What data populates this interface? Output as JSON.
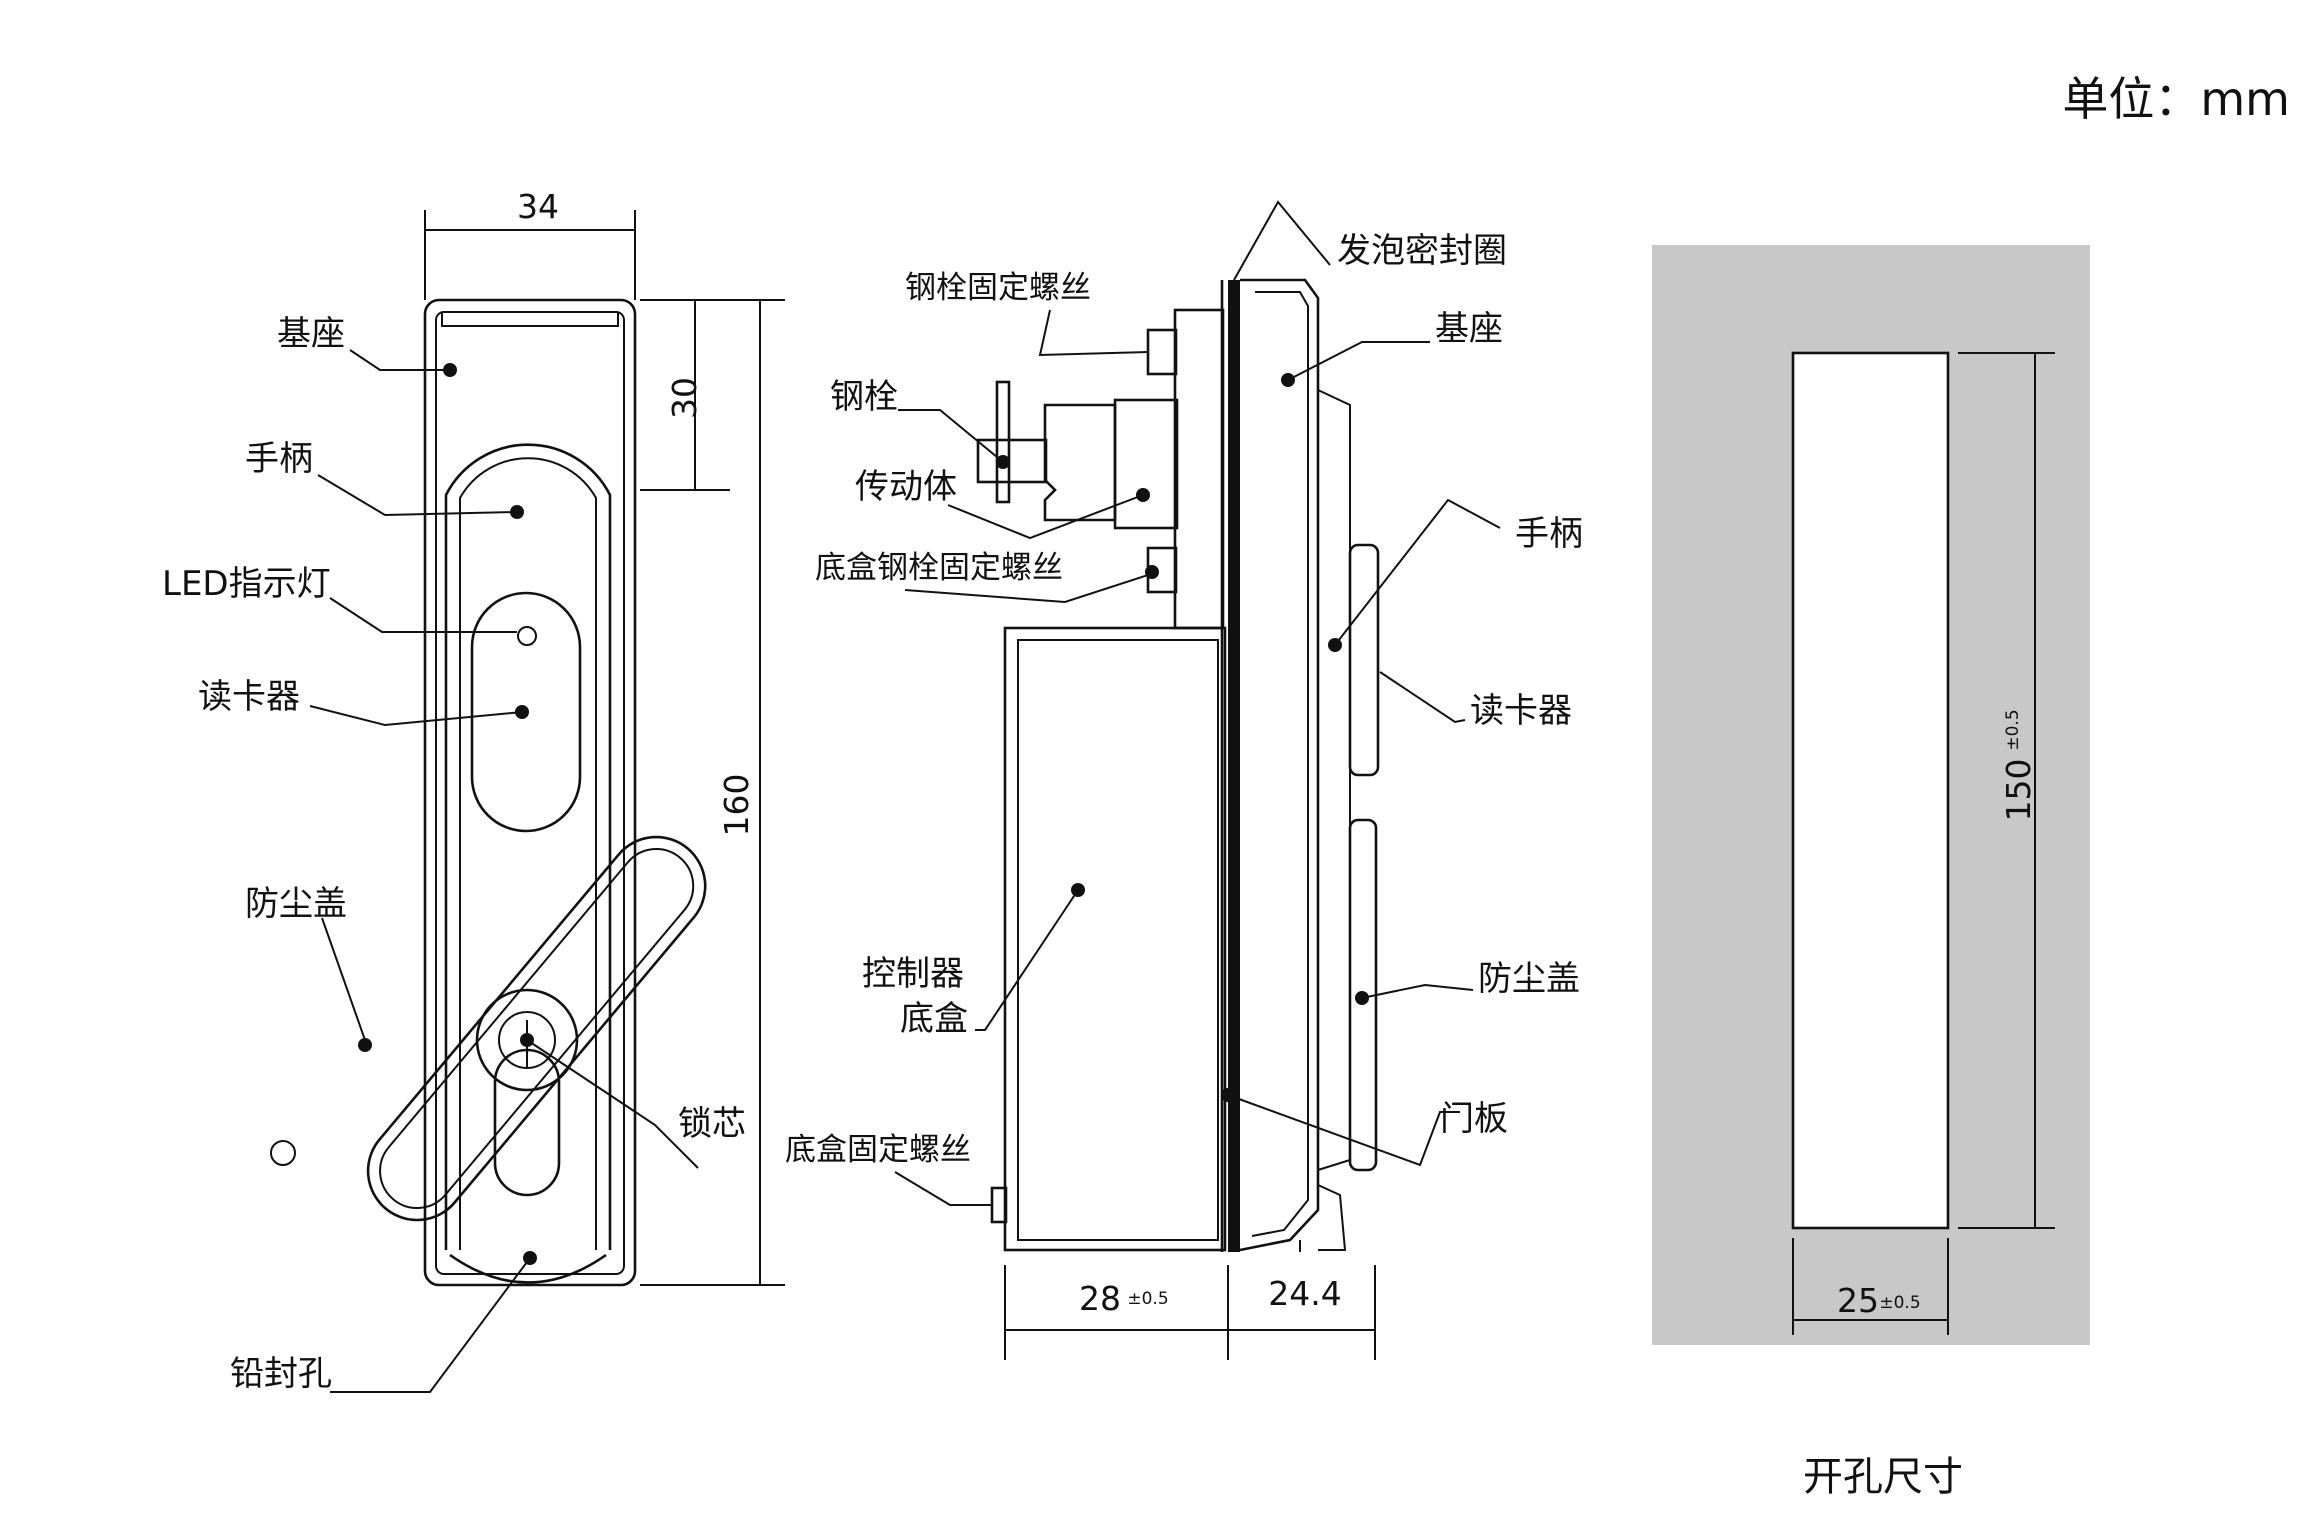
{
  "unit_label": "单位：mm",
  "front_view": {
    "dim_width": "34",
    "dim_top": "30",
    "dim_height": "160",
    "labels": {
      "base": "基座",
      "handle": "手柄",
      "led": "LED指示灯",
      "card_reader": "读卡器",
      "dust_cover": "防尘盖",
      "lock_core": "锁芯",
      "seal_hole": "铅封孔"
    }
  },
  "side_view": {
    "dim_box": "28",
    "dim_box_tol": "±0.5",
    "dim_front": "24.4",
    "labels": {
      "foam_seal": "发泡密封圈",
      "bolt_screw": "钢栓固定螺丝",
      "base": "基座",
      "bolt": "钢栓",
      "actuator": "传动体",
      "box_bolt_screw": "底盒钢栓固定螺丝",
      "handle": "手柄",
      "card_reader": "读卡器",
      "controller_line1": "控制器",
      "controller_line2": "底盒",
      "dust_cover": "防尘盖",
      "door_panel": "门板",
      "box_screw": "底盒固定螺丝"
    }
  },
  "cutout": {
    "dim_height": "150",
    "dim_height_tol": "±0.5",
    "dim_width": "25",
    "dim_width_tol": "±0.5",
    "caption": "开孔尺寸",
    "panel_color": "#c8c8c8"
  }
}
